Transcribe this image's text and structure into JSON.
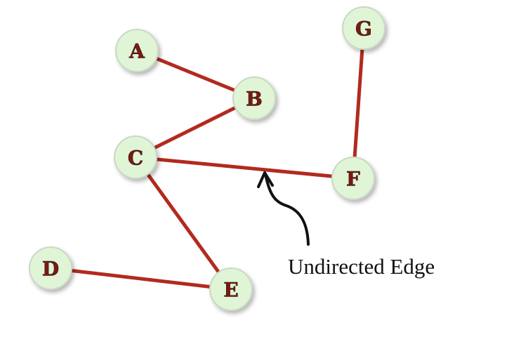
{
  "diagram": {
    "type": "undirected-graph",
    "colors": {
      "node_fill": "#dff5d6",
      "node_stroke": "#c9d8c4",
      "edge": "#b22a1f",
      "label": "#7a1a12"
    },
    "nodes": [
      {
        "id": "A",
        "label": "A"
      },
      {
        "id": "B",
        "label": "B"
      },
      {
        "id": "C",
        "label": "C"
      },
      {
        "id": "D",
        "label": "D"
      },
      {
        "id": "E",
        "label": "E"
      },
      {
        "id": "F",
        "label": "F"
      },
      {
        "id": "G",
        "label": "G"
      }
    ],
    "edges": [
      {
        "from": "A",
        "to": "B"
      },
      {
        "from": "B",
        "to": "C"
      },
      {
        "from": "C",
        "to": "F"
      },
      {
        "from": "F",
        "to": "G"
      },
      {
        "from": "C",
        "to": "E"
      },
      {
        "from": "D",
        "to": "E"
      }
    ],
    "annotation": {
      "text": "Undirected Edge",
      "points_to_edge": "C-F"
    }
  }
}
